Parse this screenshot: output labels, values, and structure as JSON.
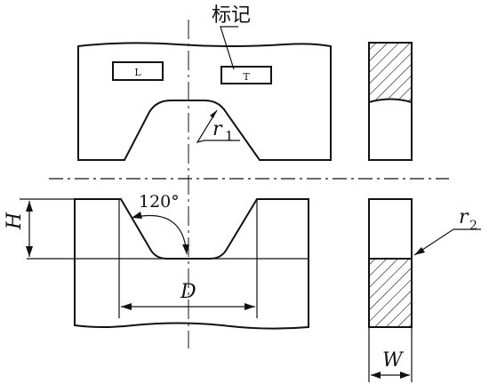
{
  "labels": {
    "mark": "标记",
    "box_left": "L",
    "box_right": "T",
    "r1": "r",
    "r1_sub": "1",
    "angle": "120°",
    "H": "H",
    "D": "D",
    "r2": "r",
    "r2_sub": "2",
    "W": "W"
  },
  "colors": {
    "line": "#111111",
    "background": "#ffffff"
  }
}
